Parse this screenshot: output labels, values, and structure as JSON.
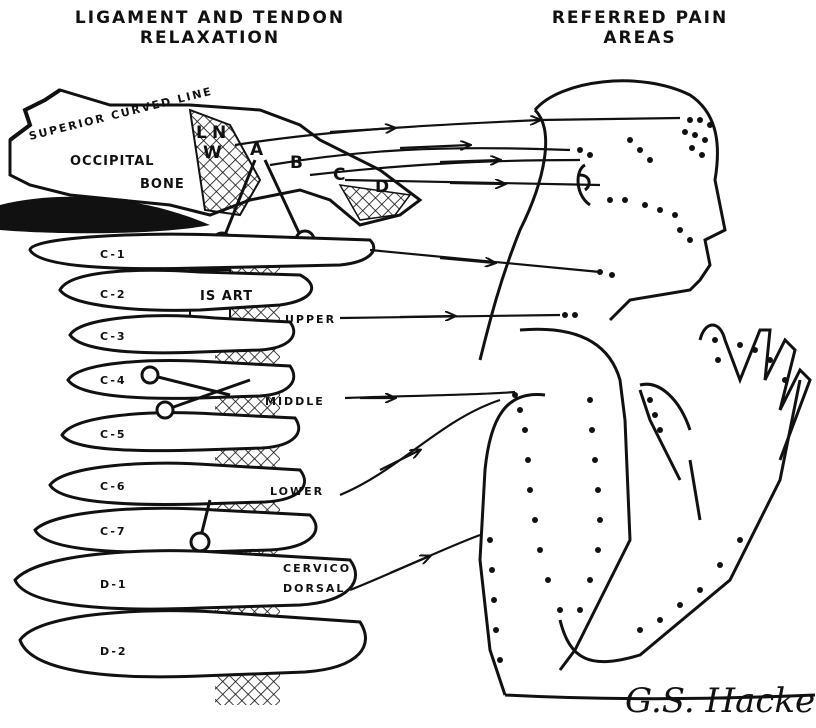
{
  "headers": {
    "left_title_line1": "LIGAMENT AND TENDON",
    "left_title_line2": "RELAXATION",
    "right_title_line1": "REFERRED PAIN",
    "right_title_line2": "AREAS"
  },
  "skull_labels": {
    "superior_curved_line": "SUPERIOR CURVED LINE",
    "occipital": "OCCIPITAL",
    "bone": "BONE",
    "ligament_l": "L",
    "ligament_n": "N",
    "ligament_w": "W",
    "point_a": "A",
    "point_b": "B",
    "point_c": "C",
    "point_d": "D"
  },
  "vertebrae": [
    "C-1",
    "C-2",
    "C-3",
    "C-4",
    "C-5",
    "C-6",
    "C-7",
    "D-1",
    "D-2"
  ],
  "ligament_labels": {
    "is_art": "IS ART",
    "upper": "UPPER",
    "middle": "MIDDLE",
    "lower": "LOWER",
    "cervico": "CERVICO",
    "dorsal": "DORSAL"
  },
  "signature": "G.S. Hackett",
  "colors": {
    "ink": "#111111",
    "paper": "#ffffff"
  }
}
